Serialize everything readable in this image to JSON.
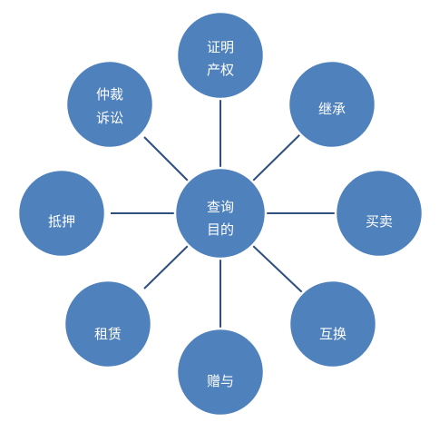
{
  "center": {
    "lines": [
      "查询",
      "目的"
    ]
  },
  "nodes": [
    {
      "id": "prove-ownership",
      "lines": [
        "证明",
        "产权"
      ]
    },
    {
      "id": "inheritance",
      "lines": [
        "继承"
      ]
    },
    {
      "id": "buy-sell",
      "lines": [
        "买卖"
      ]
    },
    {
      "id": "exchange",
      "lines": [
        "互换"
      ]
    },
    {
      "id": "gift",
      "lines": [
        "赠与"
      ]
    },
    {
      "id": "lease",
      "lines": [
        "租赁"
      ]
    },
    {
      "id": "mortgage",
      "lines": [
        "抵押"
      ]
    },
    {
      "id": "arbitration",
      "lines": [
        "仲裁",
        "诉讼"
      ]
    }
  ],
  "colors": {
    "node_fill": "#4F81BD",
    "node_stroke": "#ffffff",
    "connector": "#2F4F7F",
    "label": "#ffffff"
  }
}
